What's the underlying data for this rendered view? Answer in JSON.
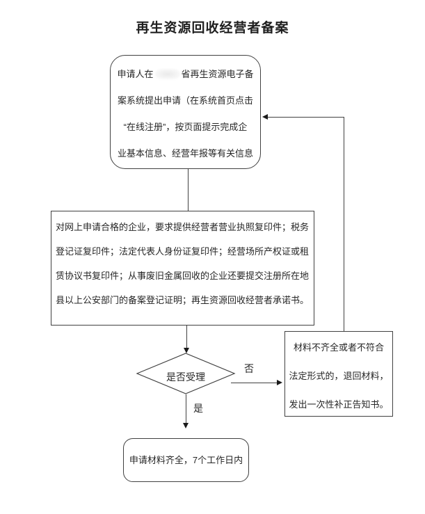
{
  "title": "再生资源回收经营者备案",
  "colors": {
    "line": "#404040",
    "text": "#262626",
    "background": "#ffffff"
  },
  "nodes": {
    "start": {
      "line1_before_redaction": "申请人在",
      "line1_after_redaction": "省再生资源电子备",
      "line2": "案系统提出申请（在系统首页点击",
      "line3": "“在线注册”，按页面提示完成企",
      "line4": "业基本信息、经营年报等有关信息"
    },
    "review": {
      "line1": "对网上申请合格的企业，要求提供经营者营业执照复印件；税务",
      "line2": "登记证复印件；法定代表人身份证复印件；经营场所产权证或租",
      "line3": "赁协议书复印件；从事废旧金属回收的企业还要提交注册所在地",
      "line4": "县以上公安部门的备案登记证明；再生资源回收经营者承诺书。"
    },
    "decision": {
      "label": "是否受理"
    },
    "reject": {
      "line1": "材料不齐全或者不符合",
      "line2": "法定形式的，退回材料，",
      "line3": "发出一次性补正告知书。"
    },
    "accept": {
      "label": "申请材料齐全，7个工作日内"
    }
  },
  "edges": {
    "no_label": "否",
    "yes_label": "是"
  }
}
